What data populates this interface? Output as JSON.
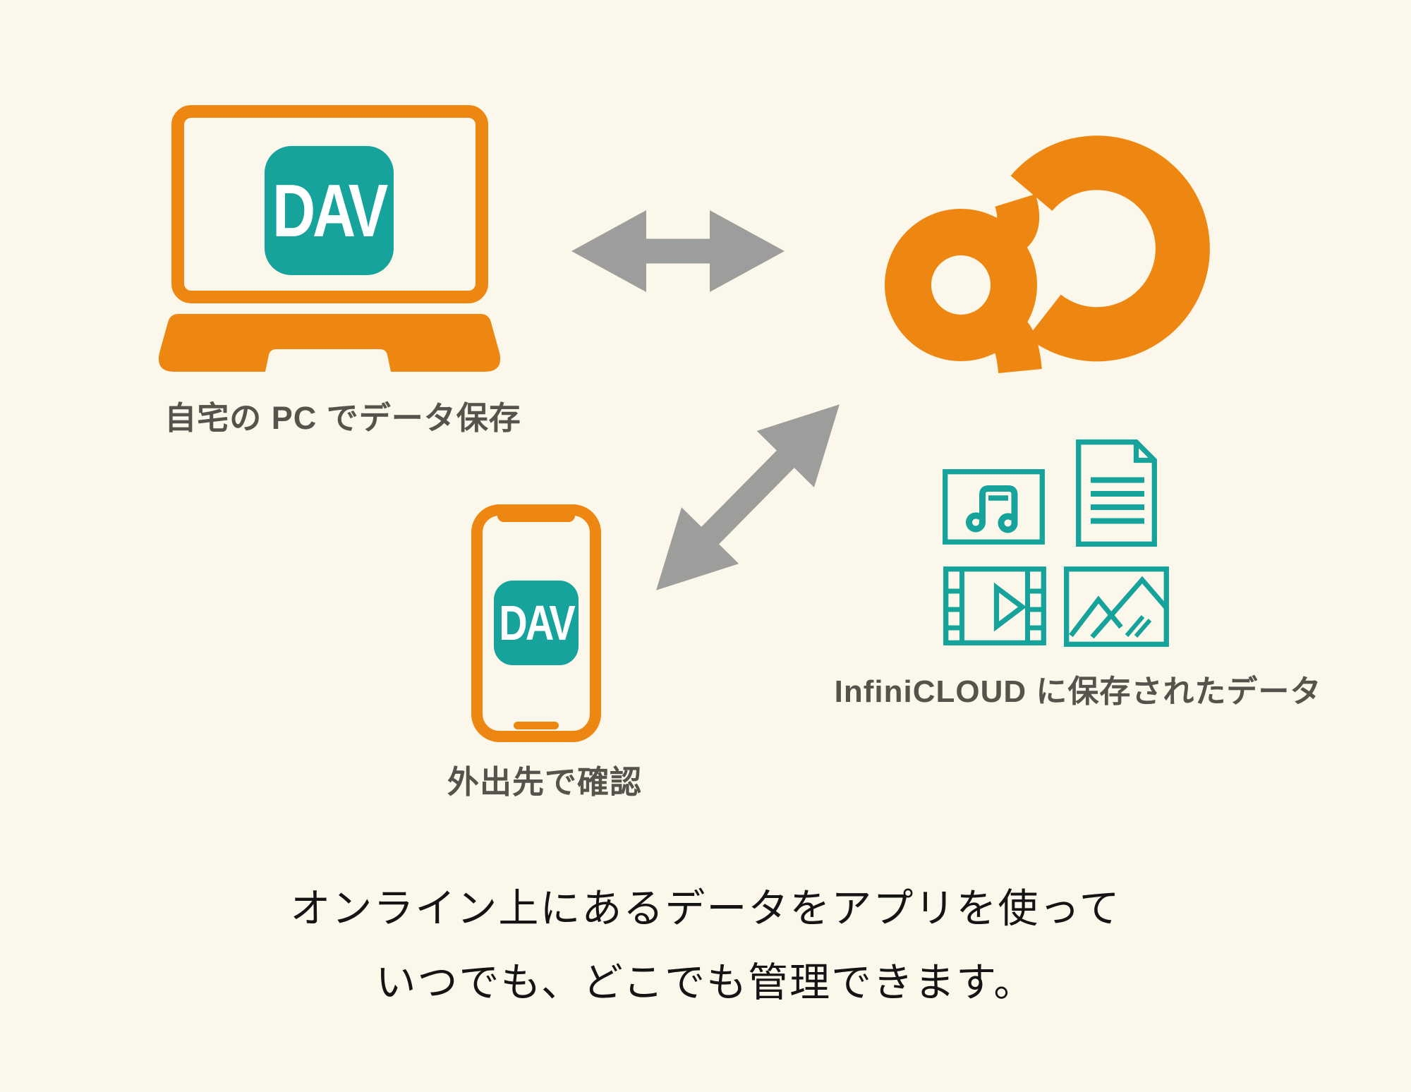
{
  "title": "InfiniCLOUD app sync diagram",
  "colors": {
    "background": "#FBF8EB",
    "orange": "#EE8711",
    "teal": "#16A39B",
    "gray_label": "#56524C",
    "arrow_gray": "#9D9D9B",
    "text_black": "#141414",
    "icon_text_white": "#FFFFFF"
  },
  "devices": {
    "laptop": {
      "app_label": "DAV",
      "caption": "自宅の PC でデータ保存"
    },
    "phone": {
      "app_label": "DAV",
      "caption": "外出先で確認"
    }
  },
  "cloud": {
    "logo_name": "infinicloud-infinity-logo",
    "caption": "InfiniCLOUD に保存されたデータ",
    "file_icons": [
      {
        "name": "music-file-icon"
      },
      {
        "name": "document-file-icon"
      },
      {
        "name": "video-file-icon"
      },
      {
        "name": "image-file-icon"
      }
    ]
  },
  "arrows": [
    {
      "name": "sync-arrow-laptop-cloud",
      "direction": "bidirectional-horizontal"
    },
    {
      "name": "sync-arrow-phone-cloud",
      "direction": "bidirectional-diagonal"
    }
  ],
  "description": {
    "line1": "オンライン上にあるデータをアプリを使って",
    "line2": "いつでも、どこでも管理できます。"
  }
}
